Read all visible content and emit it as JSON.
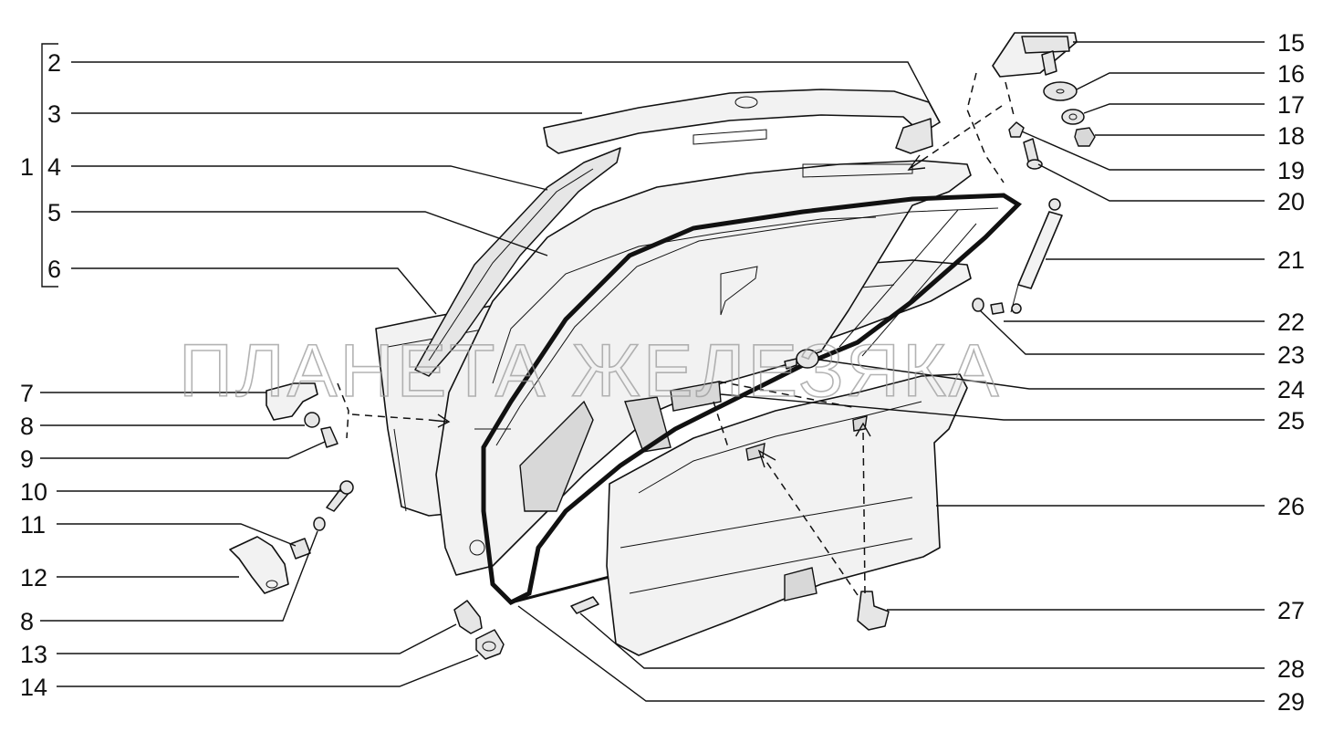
{
  "watermark": "ПЛАНЕТА ЖЕЛЕЗЯКА",
  "labels": [
    "1",
    "2",
    "3",
    "4",
    "5",
    "6",
    "7",
    "8",
    "9",
    "10",
    "11",
    "12",
    "8",
    "13",
    "14",
    "15",
    "16",
    "17",
    "18",
    "19",
    "20",
    "21",
    "22",
    "23",
    "24",
    "25",
    "26",
    "27",
    "28",
    "29"
  ]
}
